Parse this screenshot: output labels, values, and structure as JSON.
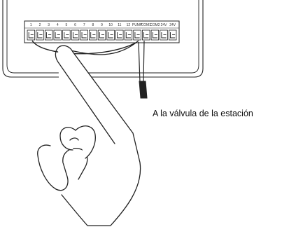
{
  "terminals": [
    "1",
    "2",
    "3",
    "4",
    "5",
    "6",
    "7",
    "8",
    "9",
    "10",
    "11",
    "12",
    "PUMP",
    "COM1",
    "COM2",
    "24V",
    "24V"
  ],
  "callout_text": "A la válvula de la estación"
}
